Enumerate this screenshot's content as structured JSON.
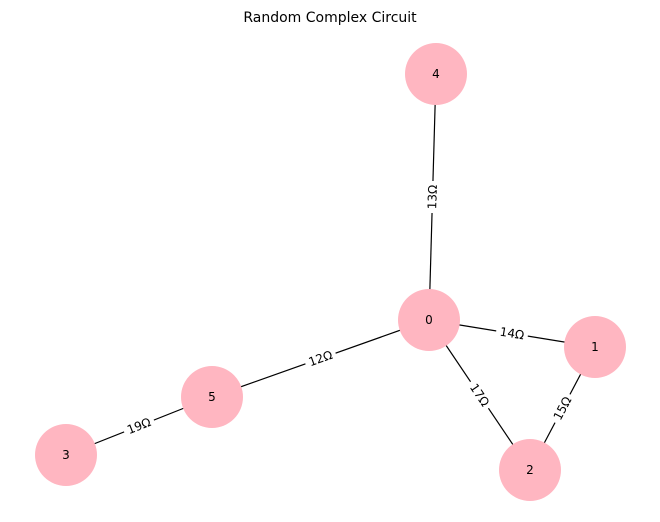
{
  "title": "Random Complex Circuit",
  "colors": {
    "node_fill": "#ffb6c1",
    "edge": "#000000",
    "text": "#000000",
    "background": "#ffffff"
  },
  "nodes": [
    {
      "id": "0",
      "label": "0"
    },
    {
      "id": "1",
      "label": "1"
    },
    {
      "id": "2",
      "label": "2"
    },
    {
      "id": "3",
      "label": "3"
    },
    {
      "id": "4",
      "label": "4"
    },
    {
      "id": "5",
      "label": "5"
    }
  ],
  "edges": [
    {
      "source": "0",
      "target": "4",
      "label": "13Ω"
    },
    {
      "source": "0",
      "target": "1",
      "label": "14Ω"
    },
    {
      "source": "0",
      "target": "2",
      "label": "17Ω"
    },
    {
      "source": "0",
      "target": "5",
      "label": "12Ω"
    },
    {
      "source": "1",
      "target": "2",
      "label": "15Ω"
    },
    {
      "source": "5",
      "target": "3",
      "label": "19Ω"
    }
  ]
}
